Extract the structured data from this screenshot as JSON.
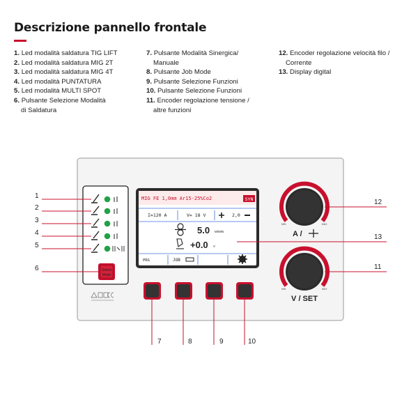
{
  "title": "Descrizione pannello frontale",
  "colors": {
    "accent": "#c8102e",
    "panel_bg": "#f4f4f4",
    "led_green": "#22a046"
  },
  "legend": {
    "col1": [
      {
        "num": "1.",
        "text": "Led modalità saldatura TIG LIFT"
      },
      {
        "num": "2.",
        "text": "Led modalità saldatura MIG 2T"
      },
      {
        "num": "3.",
        "text": "Led modalità saldatura MIG 4T"
      },
      {
        "num": "4.",
        "text": "Led modalità PUNTATURA"
      },
      {
        "num": "5.",
        "text": "Led modalità MULTI SPOT"
      },
      {
        "num": "6.",
        "text": "Pulsante Selezione Modalità",
        "cont": "di Saldatura"
      }
    ],
    "col2": [
      {
        "num": "7.",
        "text": "Pulsante Modalità Sinergica/",
        "cont": "Manuale"
      },
      {
        "num": "8.",
        "text": "Pulsante Job Mode"
      },
      {
        "num": "9.",
        "text": "Pulsante Selezione Funzioni"
      },
      {
        "num": "10.",
        "text": "Pulsante Selezione Funzioni"
      },
      {
        "num": "11.",
        "text": "Encoder regolazione tensione /",
        "cont": "altre funzioni"
      }
    ],
    "col3": [
      {
        "num": "12.",
        "text": "Encoder regolazione velocità filo /",
        "cont": "Corrente"
      },
      {
        "num": "13.",
        "text": "Display digital"
      }
    ]
  },
  "panel": {
    "select_button": {
      "line1": "Select",
      "line2": "Mode"
    },
    "display": {
      "header": "MIG FE 1,0mm Ar15-25%Co2",
      "syn_badge": "SYN",
      "current": "I=120 A",
      "voltage": "V= 18 V",
      "thickness": "2,0",
      "wire_speed": "5.0",
      "wire_unit": "M/MIN",
      "correction": "+0.0",
      "correction_unit": "V",
      "footer_prg": "PRG",
      "footer_job": "JOB"
    },
    "knob_top_label": "A /",
    "knob_bottom_label": "V / SET",
    "knob_min": "MIN",
    "knob_max": "MAX"
  },
  "callouts": {
    "left": [
      "1",
      "2",
      "3",
      "4",
      "5",
      "6"
    ],
    "right": [
      "12",
      "13",
      "11"
    ],
    "bottom": [
      "7",
      "8",
      "9",
      "10"
    ]
  }
}
